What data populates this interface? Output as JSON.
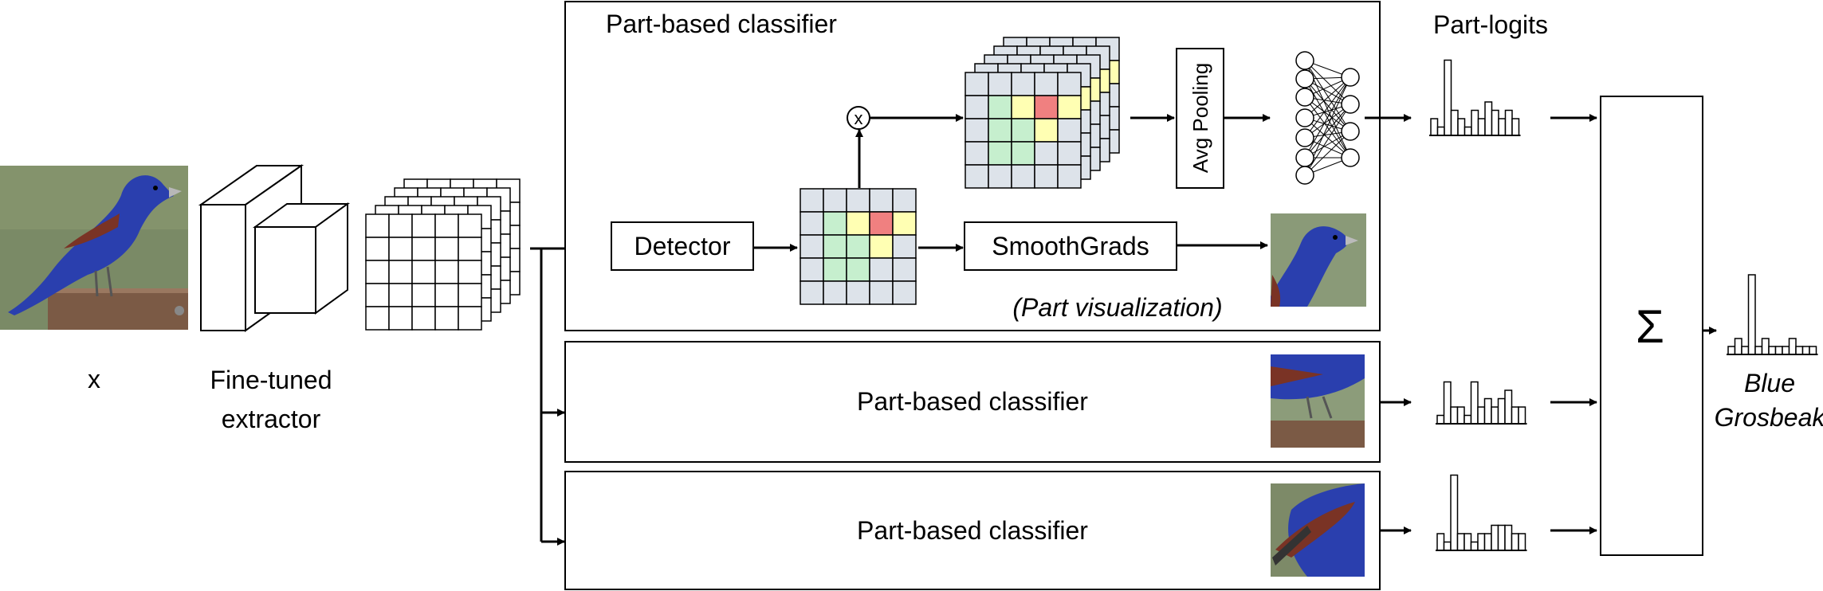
{
  "labels": {
    "input_x": "x",
    "extractor_line1": "Fine-tuned",
    "extractor_line2": "extractor",
    "part_classifier_top": "Part-based classifier",
    "part_classifier_mid": "Part-based classifier",
    "part_classifier_bot": "Part-based classifier",
    "detector": "Detector",
    "smoothgrads": "SmoothGrads",
    "part_visualization": "(Part visualization)",
    "avg_pooling": "Avg Pooling",
    "multiply_symbol": "x",
    "part_logits": "Part-logits",
    "sum_symbol": "Σ",
    "output_line1": "Blue",
    "output_line2": "Grosbeak"
  },
  "colors": {
    "grid_cell": "#dde3ea",
    "heat_green": "#c6efce",
    "heat_yellow": "#ffffb3",
    "heat_red": "#f08080",
    "bird_blue": "#2a3fae",
    "bird_background": "#6f7f5a"
  },
  "heatmap_pattern": [
    [
      "grid",
      "grid",
      "grid",
      "grid",
      "grid"
    ],
    [
      "grid",
      "green",
      "yellow",
      "red",
      "yellow"
    ],
    [
      "grid",
      "green",
      "green",
      "yellow",
      "grid"
    ],
    [
      "grid",
      "green",
      "green",
      "grid",
      "grid"
    ],
    [
      "grid",
      "grid",
      "grid",
      "grid",
      "grid"
    ]
  ],
  "histograms": {
    "top": [
      2,
      1,
      9,
      3,
      2,
      1,
      3,
      2,
      4,
      3,
      2,
      3,
      2
    ],
    "middle": [
      1,
      5,
      2,
      2,
      1,
      5,
      2,
      3,
      2,
      3,
      4,
      2,
      2
    ],
    "bottom": [
      2,
      1,
      9,
      2,
      2,
      1,
      2,
      2,
      3,
      3,
      3,
      2,
      2
    ],
    "output": [
      1,
      2,
      1,
      10,
      1,
      2,
      1,
      1,
      1,
      2,
      1,
      1,
      1
    ]
  }
}
